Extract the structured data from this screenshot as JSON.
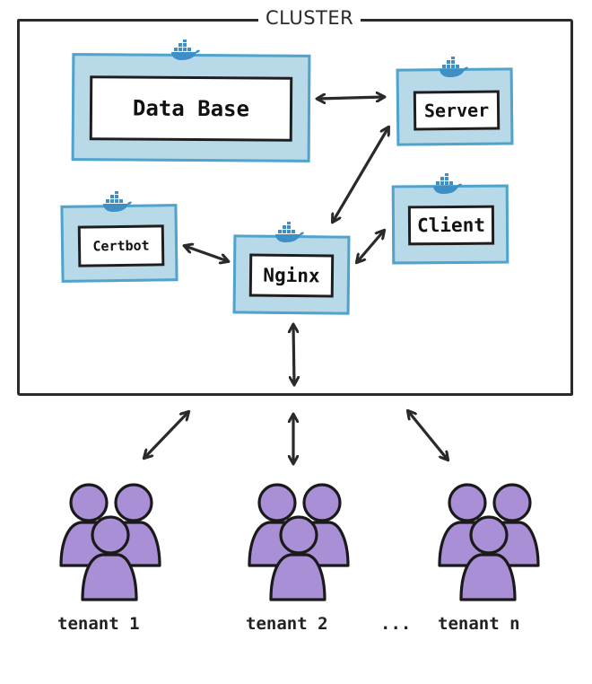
{
  "cluster": {
    "title": "CLUSTER"
  },
  "services": {
    "database": "Data Base",
    "server": "Server",
    "certbot": "Certbot",
    "nginx": "Nginx",
    "client": "Client"
  },
  "tenants": [
    {
      "label": "tenant 1"
    },
    {
      "label": "tenant 2"
    },
    {
      "label": "tenant n"
    }
  ],
  "ellipsis": "...",
  "colors": {
    "container_fill": "#b7d9e8",
    "container_border": "#4fa3cc",
    "docker_blue": "#3d8fc6",
    "tenant_purple": "#a98fd6",
    "ink": "#2a2a2a"
  },
  "icons": [
    "docker-whale-icon",
    "double-arrow-icon",
    "people-group-icon"
  ]
}
